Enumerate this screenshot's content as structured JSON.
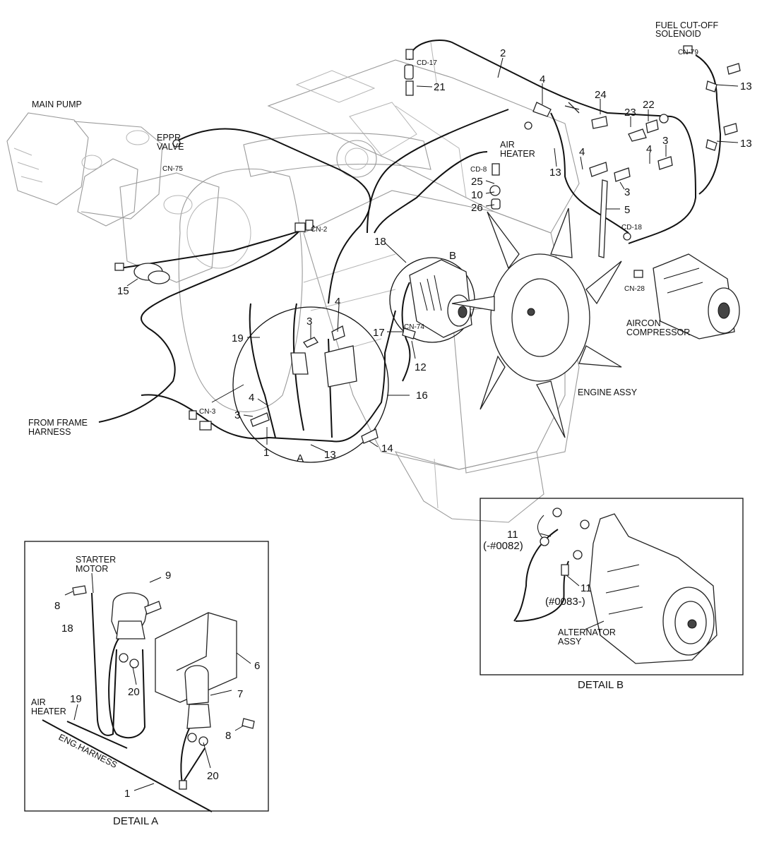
{
  "components": {
    "fuel_cutoff_solenoid": "FUEL CUT-OFF\nSOLENOID",
    "main_pump": "MAIN PUMP",
    "eppr_valve": "EPPR\nVALVE",
    "air_heater": "AIR\nHEATER",
    "aircon_compressor": "AIRCON\nCOMPRESSOR",
    "engine_assy": "ENGINE ASSY",
    "from_frame_harness": "FROM FRAME\nHARNESS",
    "starter_motor": "STARTER\nMOTOR",
    "air_heater_detail": "AIR\nHEATER",
    "eng_harness": "ENG.HARNESS",
    "alternator_assy": "ALTERNATOR\nASSY"
  },
  "connectors": {
    "cn79": "CN-79",
    "cd17": "CD-17",
    "cn75": "CN-75",
    "cd8": "CD-8",
    "cn2": "CN-2",
    "cd18": "CD-18",
    "cn28": "CN-28",
    "cn74": "CN-74",
    "cn3": "CN-3"
  },
  "part_numbers": {
    "main": [
      "2",
      "21",
      "4",
      "24",
      "23",
      "22",
      "13",
      "13",
      "13",
      "4",
      "4",
      "3",
      "25",
      "10",
      "26",
      "3",
      "5",
      "18",
      "B",
      "15",
      "4",
      "3",
      "19",
      "17",
      "12",
      "16",
      "4",
      "3",
      "1",
      "A",
      "13",
      "14"
    ],
    "detail_a": [
      "9",
      "8",
      "18",
      "6",
      "20",
      "19",
      "7",
      "8",
      "20",
      "1"
    ],
    "detail_b": [
      "11",
      "(-#0082)",
      "11",
      "(#0083-)"
    ]
  },
  "captions": {
    "detail_a": "DETAIL A",
    "detail_b": "DETAIL  B"
  }
}
